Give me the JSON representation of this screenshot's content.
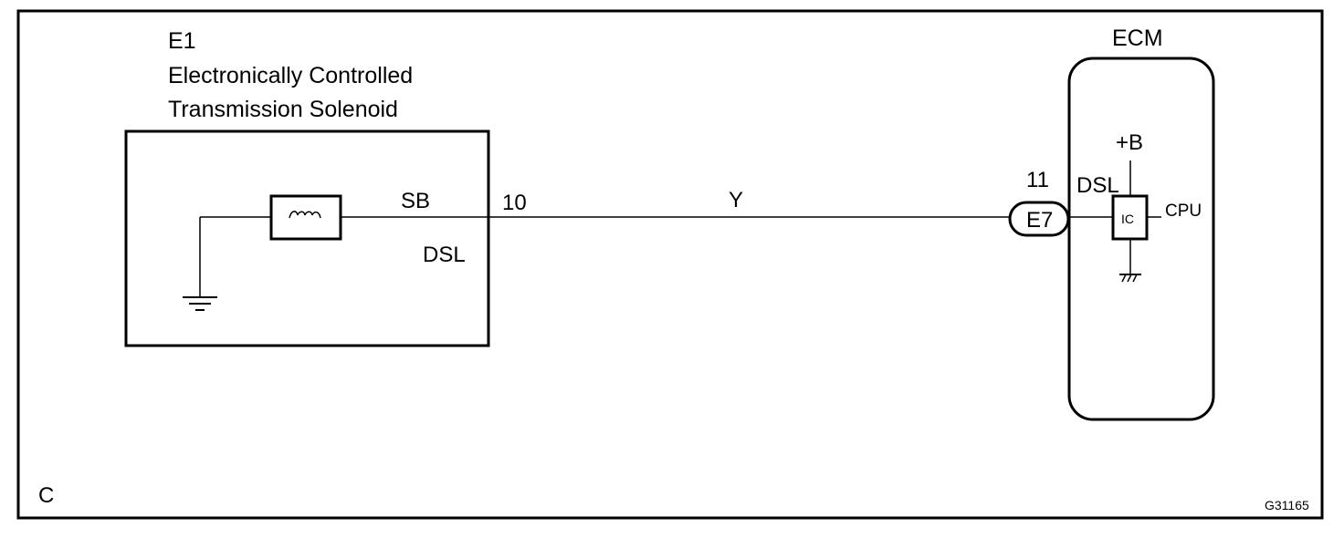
{
  "figure_label": "C",
  "figure_code": "G31165",
  "component": {
    "id": "E1",
    "name_line1": "Electronically Controlled",
    "name_line2": "Transmission Solenoid",
    "terminal_name": "SB",
    "signal_name": "DSL",
    "pin": "10"
  },
  "wire": {
    "color_code": "Y"
  },
  "ecm": {
    "title": "ECM",
    "connector": "E7",
    "pin": "11",
    "signal_name": "DSL",
    "supply": "+B",
    "ic_label": "IC",
    "output_label": "CPU"
  },
  "icons": [
    "solenoid-coil-icon",
    "ground-icon",
    "chassis-ground-icon",
    "ic-chip-icon"
  ]
}
